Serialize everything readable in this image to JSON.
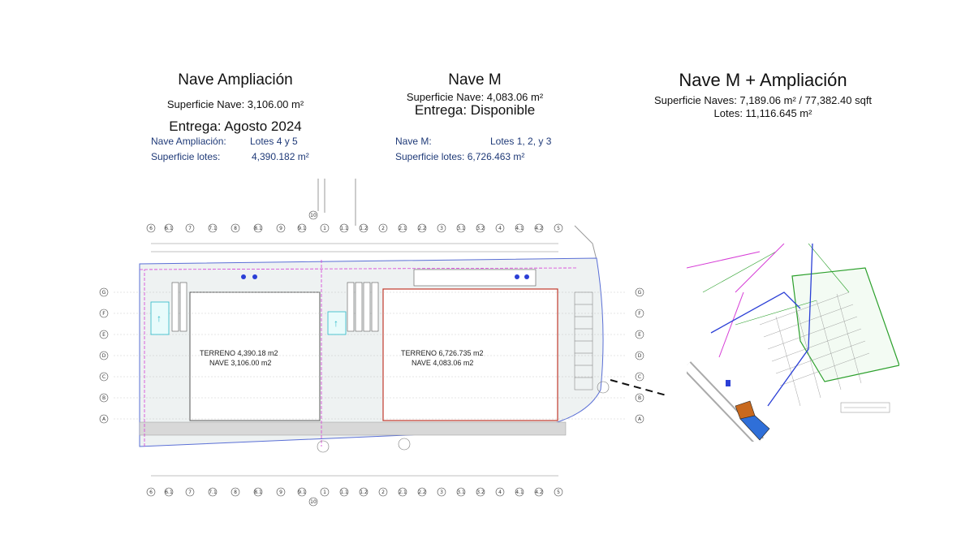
{
  "left": {
    "title": "Nave Ampliación",
    "surface": "Superficie Nave: 3,106.00 m²",
    "delivery": "Entrega: Agosto 2024",
    "lot_label": "Nave Ampliación:",
    "lot_value": "Lotes 4 y 5",
    "lot_area_label": "Superficie lotes:",
    "lot_area_value": "4,390.182 m²"
  },
  "middle": {
    "title": "Nave M",
    "surface": "Superficie Nave: 4,083.06 m²",
    "delivery": "Entrega: Disponible",
    "lot_label": "Nave M:",
    "lot_value": "Lotes 1, 2, y 3",
    "lot_area": "Superficie lotes: 6,726.463 m²"
  },
  "right": {
    "title": "Nave M + Ampliación",
    "surface": "Superficie Naves: 7,189.06 m² / 77,382.40 sqft",
    "lots": "Lotes: 11,116.645 m²"
  },
  "plan": {
    "left_terreno": "TERRENO 4,390.18 m2",
    "left_nave": "NAVE 3,106.00 m2",
    "right_terreno": "TERRENO 6,726.735 m2",
    "right_nave": "NAVE 4,083.06 m2",
    "top_grid": [
      "6",
      "6.1",
      "7",
      "7.1",
      "8",
      "8.1",
      "9",
      "9.1",
      "1",
      "1.1",
      "1.2",
      "2",
      "2.1",
      "2.2",
      "3",
      "3.1",
      "3.2",
      "4",
      "4.1",
      "4.2",
      "5"
    ],
    "side_grid": [
      "G",
      "F",
      "E",
      "D",
      "C",
      "B",
      "A"
    ],
    "mid_bubble": "10"
  },
  "colors": {
    "lot_text": "#1f3a78",
    "grid_red": "#c0392b",
    "boundary_blue": "#2b3fd6",
    "magenta": "#d63cd6",
    "green_zone": "#2ca02c",
    "highlight_orange": "#c8691e",
    "highlight_blue": "#2f6fd8"
  }
}
